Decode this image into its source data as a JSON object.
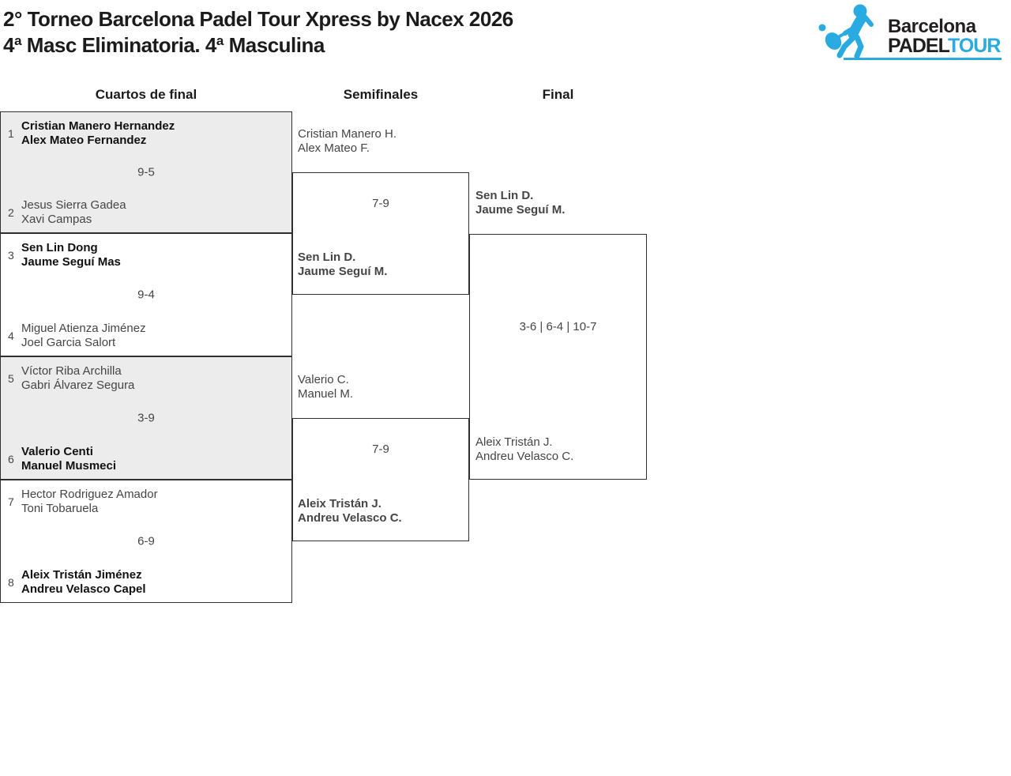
{
  "title": {
    "line1": "2° Torneo Barcelona Padel Tour Xpress by Nacex 2026",
    "line2": "4ª Masc Eliminatoria. 4ª Masculina"
  },
  "logo": {
    "brand_top": "Barcelona",
    "brand_bottom_black": "PADEL",
    "brand_bottom_blue": "TOUR",
    "accent_blue": "#29ABE2",
    "text_dark": "#231F20"
  },
  "round_headers": [
    "Cuartos de final",
    "Semifinales",
    "Final"
  ],
  "colors": {
    "box_gray": "#ECECEC",
    "box_white": "#FFFFFF",
    "border": "#2F2F2F",
    "text_regular": "#454545",
    "text_winner": "#111111"
  },
  "quarterfinals": [
    {
      "seed_top": "1",
      "team_top_line1": "Cristian Manero Hernandez",
      "team_top_line2": "Alex Mateo Fernandez",
      "top_winner": true,
      "score": "9-5",
      "seed_bottom": "2",
      "team_bottom_line1": "Jesus Sierra Gadea",
      "team_bottom_line2": "Xavi Campas",
      "bottom_winner": false
    },
    {
      "seed_top": "3",
      "team_top_line1": "Sen Lin Dong",
      "team_top_line2": "Jaume Seguí Mas",
      "top_winner": true,
      "score": "9-4",
      "seed_bottom": "4",
      "team_bottom_line1": "Miguel Atienza Jiménez",
      "team_bottom_line2": "Joel Garcia Salort",
      "bottom_winner": false
    },
    {
      "seed_top": "5",
      "team_top_line1": "Víctor Riba Archilla",
      "team_top_line2": "Gabri Álvarez Segura",
      "top_winner": false,
      "score": "3-9",
      "seed_bottom": "6",
      "team_bottom_line1": "Valerio Centi",
      "team_bottom_line2": "Manuel Musmeci",
      "bottom_winner": true
    },
    {
      "seed_top": "7",
      "team_top_line1": "Hector Rodriguez Amador",
      "team_top_line2": "Toni Tobaruela",
      "top_winner": false,
      "score": "6-9",
      "seed_bottom": "8",
      "team_bottom_line1": "Aleix Tristán Jiménez",
      "team_bottom_line2": "Andreu Velasco Capel",
      "bottom_winner": true
    }
  ],
  "semifinals": [
    {
      "team_top_line1": "Cristian Manero H.",
      "team_top_line2": "Alex Mateo F.",
      "top_winner": false,
      "score": "7-9",
      "team_bottom_line1": "Sen Lin D.",
      "team_bottom_line2": "Jaume Seguí M.",
      "bottom_winner": true
    },
    {
      "team_top_line1": "Valerio C.",
      "team_top_line2": "Manuel M.",
      "top_winner": false,
      "score": "7-9",
      "team_bottom_line1": "Aleix Tristán J.",
      "team_bottom_line2": "Andreu Velasco C.",
      "bottom_winner": true
    }
  ],
  "final": {
    "team_top_line1": "Sen Lin D.",
    "team_top_line2": "Jaume Seguí M.",
    "top_winner": true,
    "score": "3-6 | 6-4 | 10-7",
    "team_bottom_line1": "Aleix Tristán J.",
    "team_bottom_line2": "Andreu Velasco C.",
    "bottom_winner": false
  }
}
